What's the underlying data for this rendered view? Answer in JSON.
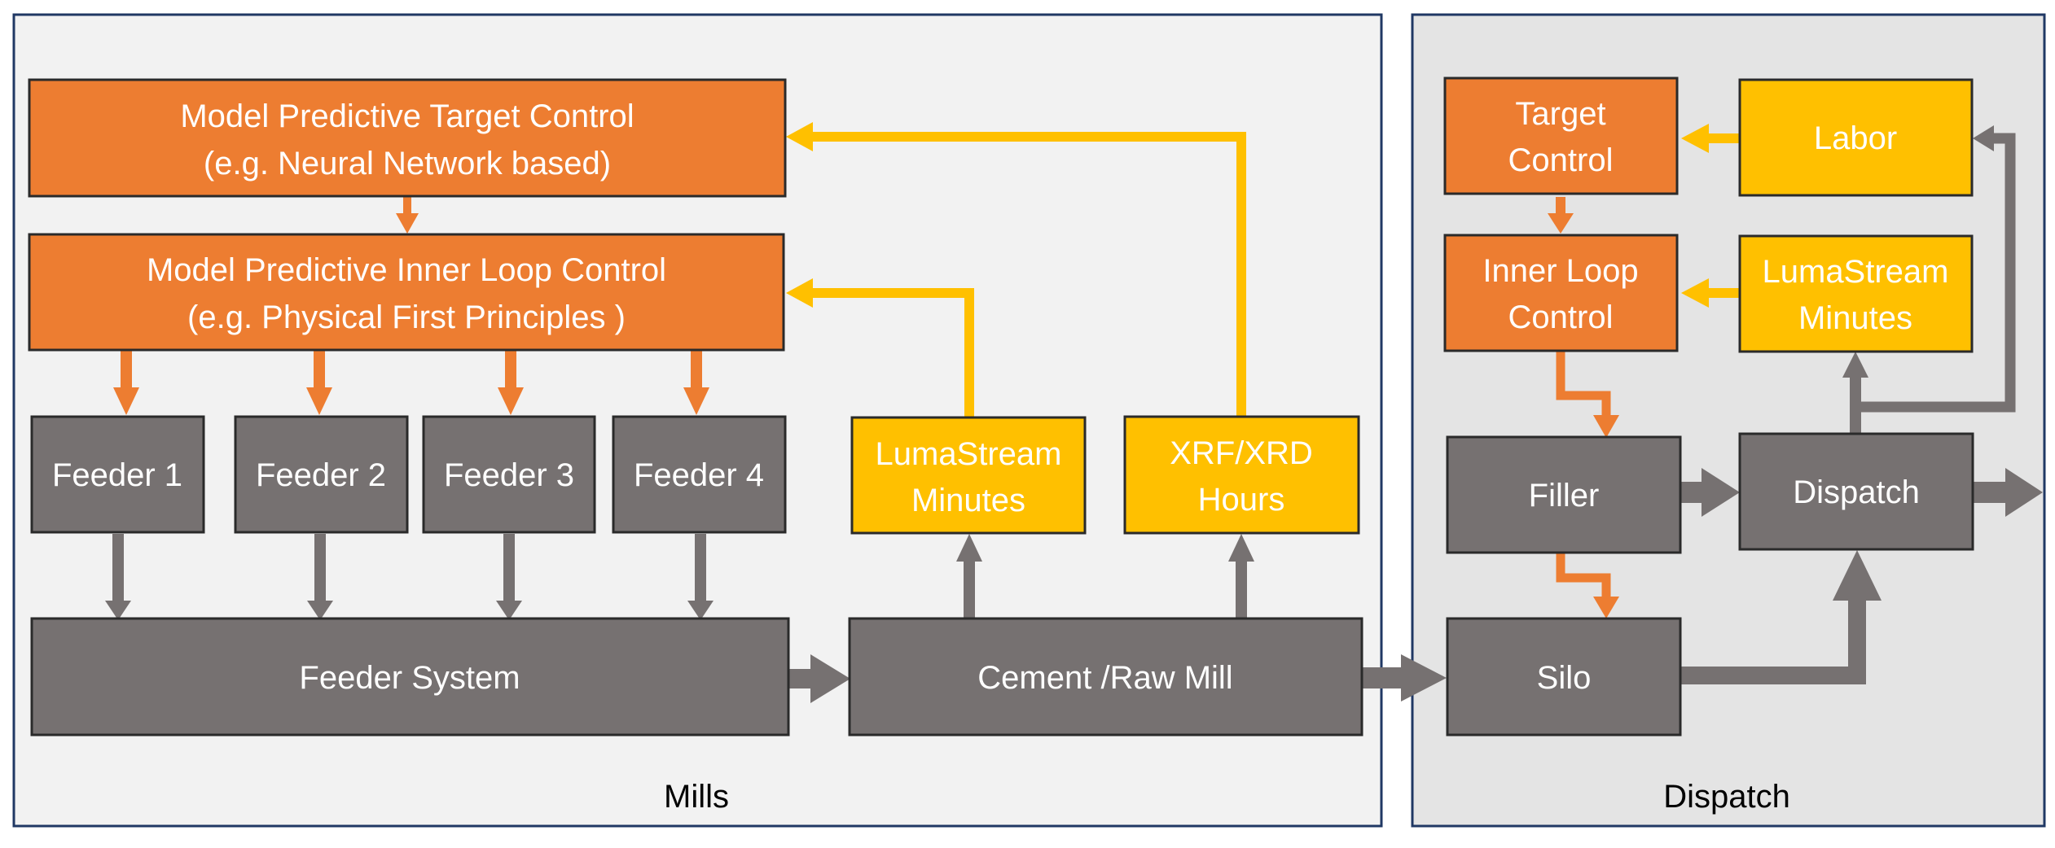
{
  "panels": {
    "mills": "Mills",
    "dispatch": "Dispatch"
  },
  "mills": {
    "mpc_target": [
      "Model Predictive Target Control",
      "(e.g. Neural Network based)"
    ],
    "mpc_inner": [
      "Model Predictive Inner Loop Control",
      "(e.g. Physical First Principles )"
    ],
    "feeders": [
      "Feeder 1",
      "Feeder 2",
      "Feeder 3",
      "Feeder 4"
    ],
    "lumastream": [
      "LumaStream",
      "Minutes"
    ],
    "xrf": [
      "XRF/XRD",
      "Hours"
    ],
    "feeder_system": "Feeder System",
    "mill": "Cement /Raw Mill"
  },
  "dispatch": {
    "target_control": [
      "Target",
      "Control"
    ],
    "labor": "Labor",
    "inner_loop": [
      "Inner Loop",
      "Control"
    ],
    "lumastream": [
      "LumaStream",
      "Minutes"
    ],
    "filler": "Filler",
    "dispatch_box": "Dispatch",
    "silo": "Silo"
  },
  "colors": {
    "orange": "#ED7D31",
    "yellow": "#FFC000",
    "gray": "#767171",
    "panel_mills": "#F2F2F2",
    "panel_dispatch": "#E4E4E4",
    "border": "#203864"
  }
}
